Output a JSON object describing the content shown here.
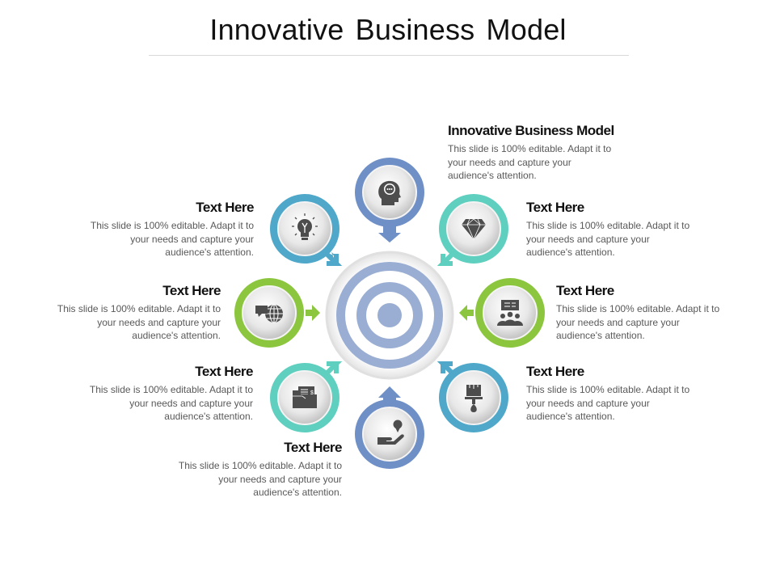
{
  "title": "Innovative Business Model",
  "colors": {
    "navy_blue": "#6f8fc7",
    "sky_blue": "#4fa8c9",
    "teal": "#5fcfbf",
    "green": "#8cc63f",
    "target": "#9aaed3",
    "icon_gray": "#4d4d4d"
  },
  "center": {
    "icon": "target-icon"
  },
  "nodes": [
    {
      "position": "top",
      "color": "navy_blue",
      "icon": "head-thinking-icon",
      "heading": "Innovative Business Model",
      "body": "This slide is 100% editable. Adapt it to your needs and capture your audience's attention."
    },
    {
      "position": "top-right",
      "color": "teal",
      "icon": "diamond-icon",
      "heading": "Text Here",
      "body": "This slide is 100% editable. Adapt it to your needs and capture your audience's attention."
    },
    {
      "position": "right",
      "color": "green",
      "icon": "team-presentation-icon",
      "heading": "Text Here",
      "body": "This slide is 100% editable. Adapt it to your needs and capture your audience's attention."
    },
    {
      "position": "bottom-right",
      "color": "sky_blue",
      "icon": "paint-brush-icon",
      "heading": "Text Here",
      "body": "This slide is 100% editable. Adapt it to your needs and capture your audience's attention."
    },
    {
      "position": "bottom",
      "color": "navy_blue",
      "icon": "hand-lightbulb-icon",
      "heading": "Text Here",
      "body": "This slide is 100% editable. Adapt it to your needs and capture your audience's attention."
    },
    {
      "position": "bottom-left",
      "color": "teal",
      "icon": "folder-invoice-icon",
      "heading": "Text Here",
      "body": "This slide is 100% editable. Adapt it to your needs and capture your audience's attention."
    },
    {
      "position": "left",
      "color": "green",
      "icon": "global-chat-icon",
      "heading": "Text Here",
      "body": "This slide is 100% editable. Adapt it to your needs and capture your audience's attention."
    },
    {
      "position": "top-left",
      "color": "sky_blue",
      "icon": "lightbulb-idea-icon",
      "heading": "Text Here",
      "body": "This slide is 100% editable. Adapt it to your needs and capture your audience's attention."
    }
  ]
}
